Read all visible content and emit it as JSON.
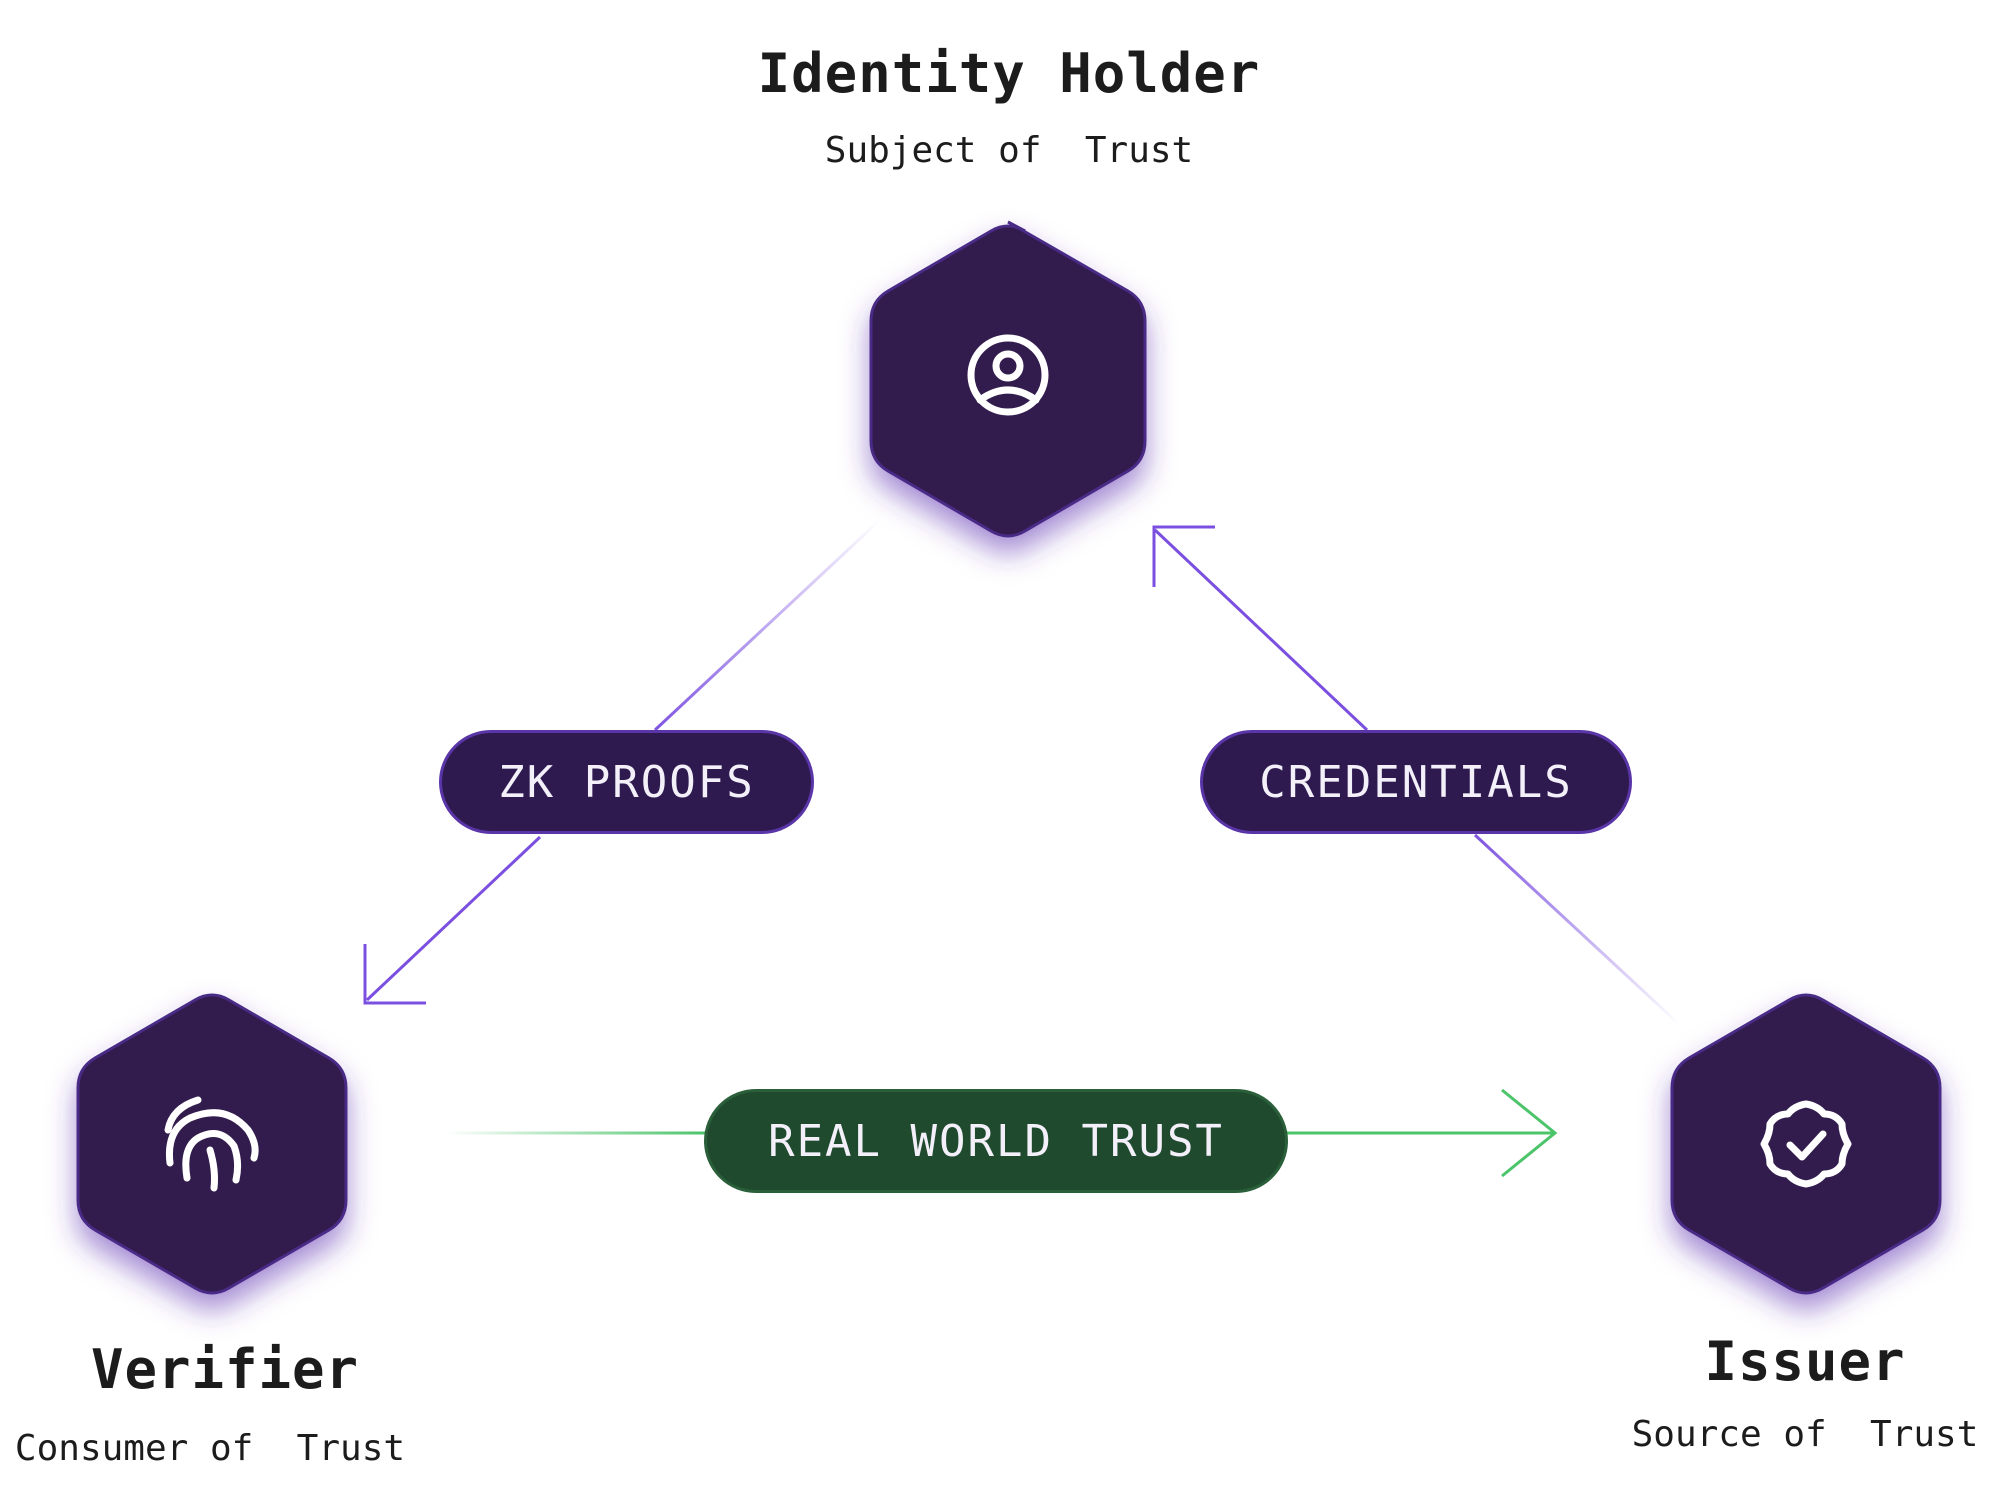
{
  "nodes": {
    "identity_holder": {
      "title": "Identity Holder",
      "subtitle": "Subject of  Trust",
      "icon": "user-circle-icon"
    },
    "verifier": {
      "title": "Verifier",
      "subtitle": "Consumer of  Trust",
      "icon": "fingerprint-icon"
    },
    "issuer": {
      "title": "Issuer",
      "subtitle": "Source of  Trust",
      "icon": "badge-check-icon"
    }
  },
  "edges": {
    "zk_proofs": {
      "label": "ZK PROOFS"
    },
    "credentials": {
      "label": "CREDENTIALS"
    },
    "real_world_trust": {
      "label": "REAL WORLD TRUST"
    }
  },
  "colors": {
    "hexagon_fill": "#301a4e",
    "hexagon_stroke": "#4a2c86",
    "purple_line": "#7b4fe0",
    "green_line": "#4cc46a",
    "pill_purple": "#2e1a4f",
    "pill_green": "#1f4a2e"
  }
}
